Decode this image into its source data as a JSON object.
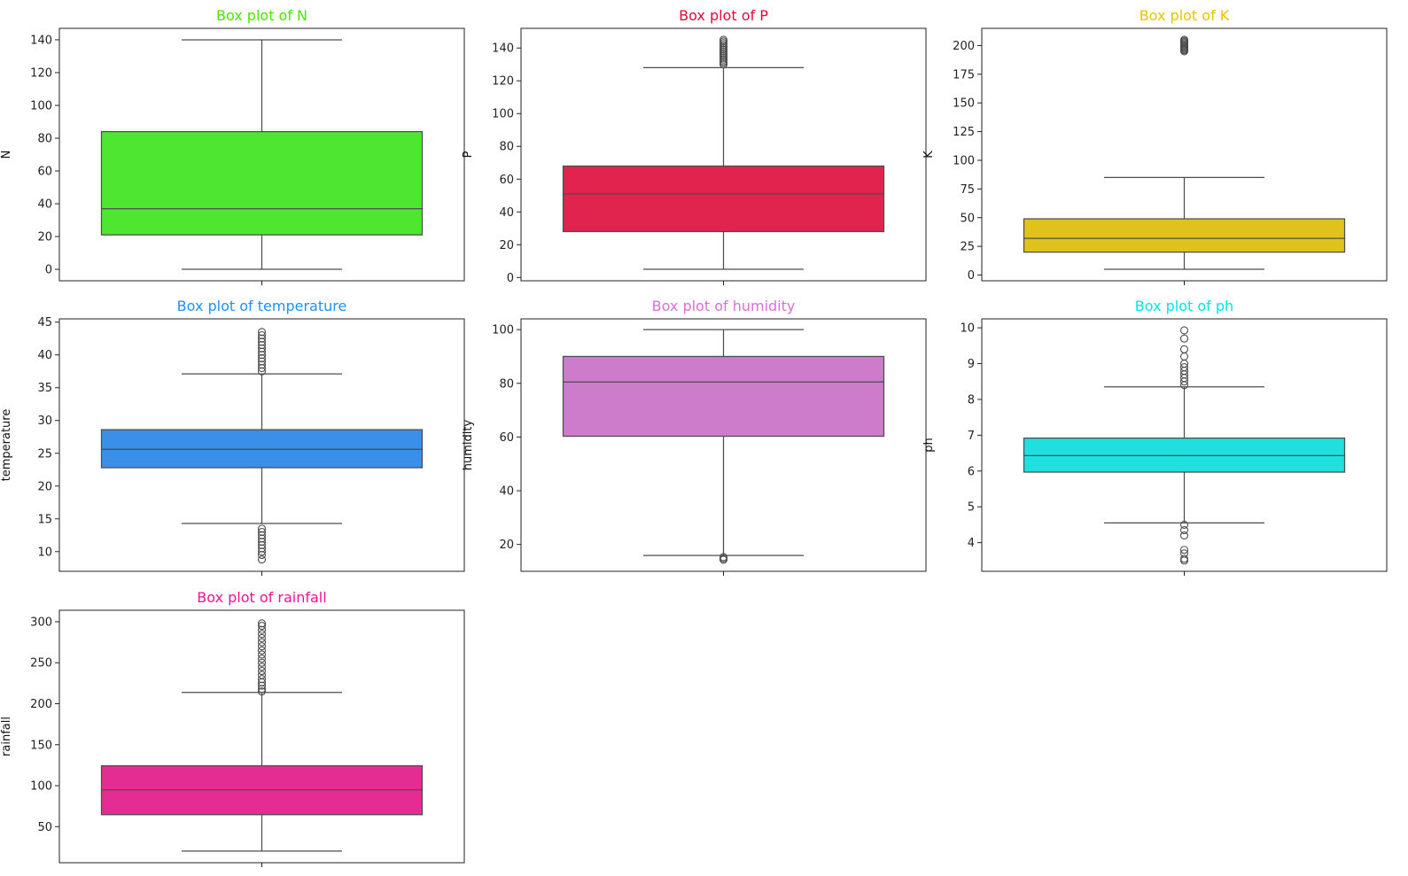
{
  "chart_data": [
    {
      "type": "box",
      "title": "Box plot of N",
      "title_color": "#4CE600",
      "ylabel": "N",
      "color": "#4FE632",
      "ylim": [
        -7,
        147
      ],
      "yticks": [
        0,
        20,
        40,
        60,
        80,
        100,
        120,
        140
      ],
      "stats": {
        "whisker_low": 0,
        "q1": 21,
        "median": 37,
        "q3": 84,
        "whisker_high": 140
      },
      "outliers": []
    },
    {
      "type": "box",
      "title": "Box plot of P",
      "title_color": "#E6073A",
      "ylabel": "P",
      "color": "#E0244E",
      "ylim": [
        -2,
        152
      ],
      "yticks": [
        0,
        20,
        40,
        60,
        80,
        100,
        120,
        140
      ],
      "stats": {
        "whisker_low": 5,
        "q1": 28,
        "median": 51,
        "q3": 68,
        "whisker_high": 128
      },
      "outliers": [
        130,
        131,
        132,
        133,
        134,
        135,
        136,
        137,
        138,
        139,
        140,
        141,
        142,
        143,
        144,
        145
      ]
    },
    {
      "type": "box",
      "title": "Box plot of K",
      "title_color": "#E6C400",
      "ylabel": "K",
      "color": "#E0C21C",
      "ylim": [
        -5,
        215
      ],
      "yticks": [
        0,
        25,
        50,
        75,
        100,
        125,
        150,
        175,
        200
      ],
      "stats": {
        "whisker_low": 5,
        "q1": 20,
        "median": 32,
        "q3": 49,
        "whisker_high": 85
      },
      "outliers": [
        195,
        196,
        197,
        198,
        199,
        200,
        201,
        202,
        203,
        204,
        205
      ]
    },
    {
      "type": "box",
      "title": "Box plot of temperature",
      "title_color": "#1E90FF",
      "ylabel": "temperature",
      "color": "#3A8FE6",
      "ylim": [
        7,
        45.5
      ],
      "yticks": [
        10,
        15,
        20,
        25,
        30,
        35,
        40,
        45
      ],
      "stats": {
        "whisker_low": 14.3,
        "q1": 22.8,
        "median": 25.6,
        "q3": 28.6,
        "whisker_high": 37.1
      },
      "outliers": [
        37.5,
        38,
        38.5,
        39,
        39.5,
        40,
        40.5,
        41,
        41.5,
        42,
        42.5,
        43,
        43.5,
        13.5,
        13,
        12.5,
        12,
        11.5,
        11,
        10.5,
        10,
        9.5,
        8.8
      ]
    },
    {
      "type": "box",
      "title": "Box plot of humidity",
      "title_color": "#DA70D6",
      "ylabel": "humidity",
      "color": "#CC7CCB",
      "ylim": [
        10,
        104
      ],
      "yticks": [
        20,
        40,
        60,
        80,
        100
      ],
      "stats": {
        "whisker_low": 15.9,
        "q1": 60.3,
        "median": 80.5,
        "q3": 90,
        "whisker_high": 100
      },
      "outliers": [
        14.3,
        14.8,
        15.3
      ]
    },
    {
      "type": "box",
      "title": "Box plot of ph",
      "title_color": "#00E6E6",
      "ylabel": "ph",
      "color": "#1EE0DE",
      "ylim": [
        3.2,
        10.25
      ],
      "yticks": [
        4,
        5,
        6,
        7,
        8,
        9,
        10
      ],
      "stats": {
        "whisker_low": 4.55,
        "q1": 5.97,
        "median": 6.43,
        "q3": 6.92,
        "whisker_high": 8.35
      },
      "outliers": [
        8.4,
        8.5,
        8.6,
        8.7,
        8.8,
        8.9,
        9.0,
        9.2,
        9.4,
        9.7,
        9.93,
        4.5,
        4.35,
        4.2,
        3.8,
        3.7,
        3.55,
        3.5
      ]
    },
    {
      "type": "box",
      "title": "Box plot of rainfall",
      "title_color": "#F01493",
      "ylabel": "rainfall",
      "color": "#E32D93",
      "ylim": [
        6,
        314
      ],
      "yticks": [
        50,
        100,
        150,
        200,
        250,
        300
      ],
      "stats": {
        "whisker_low": 20.2,
        "q1": 64.6,
        "median": 94.9,
        "q3": 124.3,
        "whisker_high": 213.8
      },
      "outliers": [
        215,
        218,
        222,
        226,
        230,
        235,
        240,
        245,
        250,
        255,
        260,
        265,
        270,
        275,
        280,
        285,
        290,
        295,
        298
      ]
    }
  ]
}
